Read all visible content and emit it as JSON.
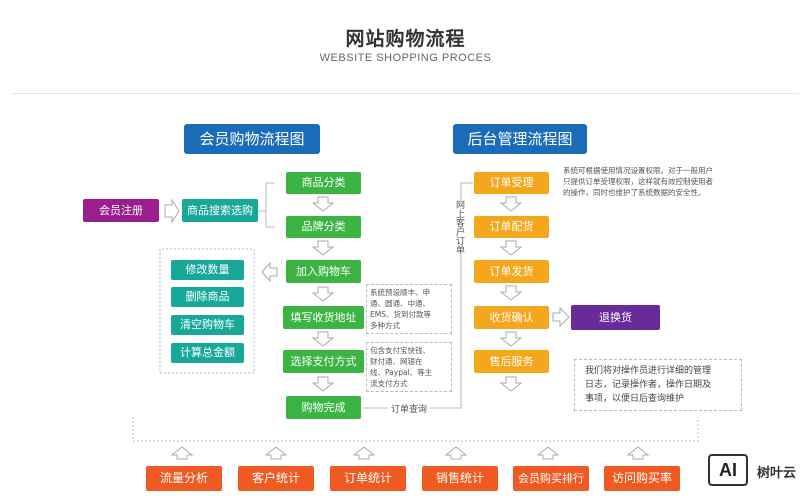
{
  "header": {
    "title": "网站购物流程",
    "subtitle": "WEBSITE SHOPPING PROCES"
  },
  "sections": {
    "member": "会员购物流程图",
    "backend": "后台管理流程图"
  },
  "member_flow": {
    "register": "会员注册",
    "search": "商品搜索选购",
    "steps": [
      "商品分类",
      "品牌分类",
      "加入购物车",
      "填写收货地址",
      "选择支付方式",
      "购物完成"
    ],
    "cart_ops": [
      "修改数量",
      "删除商品",
      "清空购物车",
      "计算总金额"
    ],
    "address_note": [
      "系统预设顺丰、申",
      "通、圆通、中通、",
      "EMS、货到付款等",
      "多种方式"
    ],
    "payment_note": [
      "包含支付宝快钱、",
      "财付通、网银在",
      "线、Paypal、等主",
      "流支付方式"
    ],
    "order_query": "订单查询",
    "online_query": "网上客户订单"
  },
  "backend_flow": {
    "steps": [
      "订单受理",
      "订单配货",
      "订单发货",
      "收货确认",
      "售后服务"
    ],
    "return_exchange": "退换货",
    "permission_note": [
      "系统可根据使用情况设置权限。对于一般用户",
      "只提供订单受理权限，这样就有效控制使用者",
      "的操作，同时也维护了系统数据的安全性。"
    ],
    "log_note": [
      "我们将对操作员进行详细的管理",
      "日志，记录操作者，操作日期及",
      "事项，以便日后查询维护"
    ]
  },
  "stats": [
    "流量分析",
    "客户统计",
    "订单统计",
    "销售统计",
    "会员购买排行",
    "访问购买率"
  ],
  "brand": {
    "logo": "AI",
    "name": "树叶云"
  },
  "colors": {
    "blue": "#1a6bb8",
    "green": "#3cb443",
    "teal": "#18a89a",
    "orange": "#f4a61d",
    "purple": "#9a1f8c",
    "red": "#ef5a22"
  }
}
